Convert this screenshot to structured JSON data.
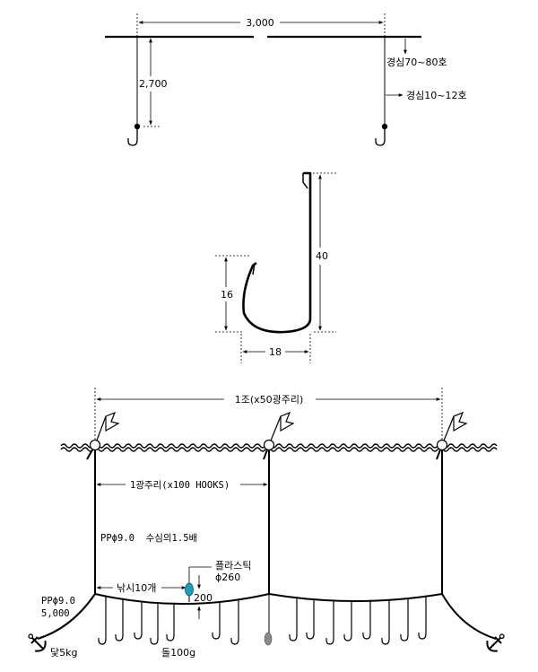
{
  "top_diagram": {
    "spacing_label": "3,000",
    "drop_label": "2,700",
    "mainline_label": "경심70~80호",
    "branchline_label": "경심10~12호"
  },
  "hook_diagram": {
    "height_label": "40",
    "barb_label": "16",
    "gap_label": "18"
  },
  "set_diagram": {
    "set_label": "1조(x50광주리)",
    "basket_label": "1광주리(x100 HOOKS)",
    "float_line_label": "PPϕ9.0  수심의1.5배",
    "plastic_float_label_1": "플라스틱",
    "plastic_float_label_2": "ϕ260",
    "hook_count_label": "낚시10개",
    "snood_length_label": "200",
    "anchor_line_label_1": "PPϕ9.0",
    "anchor_line_label_2": "5,000",
    "anchor_label": "닻5kg",
    "sinker_label": "돌100g"
  }
}
